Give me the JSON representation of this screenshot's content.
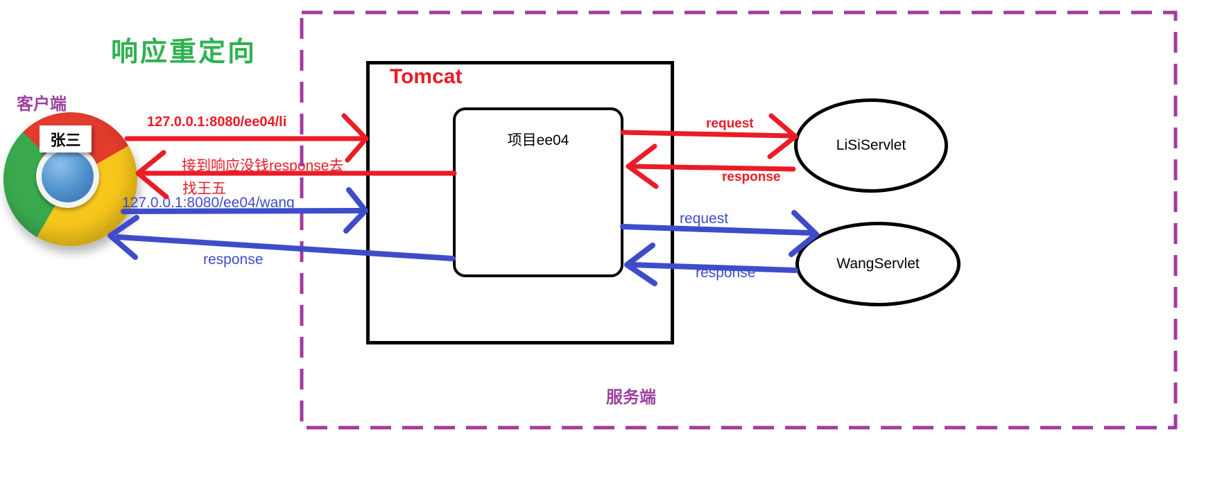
{
  "title": {
    "text": "响应重定向",
    "color": "#2fb150"
  },
  "client": {
    "label": "客户端",
    "browser_user": "张三",
    "browser": "chrome"
  },
  "server_zone": {
    "label": "服务端"
  },
  "tomcat": {
    "label": "Tomcat",
    "project_label": "项目ee04"
  },
  "servlets": {
    "lisi": {
      "name": "LiSiServlet"
    },
    "wang": {
      "name": "WangServlet"
    }
  },
  "arrows": {
    "client_request_li": {
      "label": "127.0.0.1:8080/ee04/li",
      "color": "#ea1c26",
      "direction": "client to Tomcat"
    },
    "redirect_response": {
      "label_line1": "接到响应没钱response去",
      "label_line2": "找王五",
      "color": "#ea1c26",
      "direction": "项目ee04 to client"
    },
    "client_request_wang": {
      "label": "127.0.0.1:8080/ee04/wang",
      "color": "#3f4cca",
      "direction": "client to Tomcat"
    },
    "final_response": {
      "label": "response",
      "color": "#3f4cca",
      "direction": "项目ee04 to client"
    },
    "lisi_request": {
      "label": "request",
      "color": "#ea1c26",
      "direction": "项目ee04 to LiSiServlet"
    },
    "lisi_response": {
      "label": "response",
      "color": "#ea1c26",
      "direction": "LiSiServlet to 项目ee04"
    },
    "wang_request": {
      "label": "request",
      "color": "#3f4cca",
      "direction": "项目ee04 to WangServlet"
    },
    "wang_response": {
      "label": "response",
      "color": "#3f4cca",
      "direction": "WangServlet to 项目ee04"
    }
  },
  "colors": {
    "red": "#ea1c26",
    "blue": "#3f4cca",
    "green_title": "#2fb150",
    "purple_text": "#9c41a1",
    "purple_dash": "#a23aa0",
    "black": "#000000"
  }
}
